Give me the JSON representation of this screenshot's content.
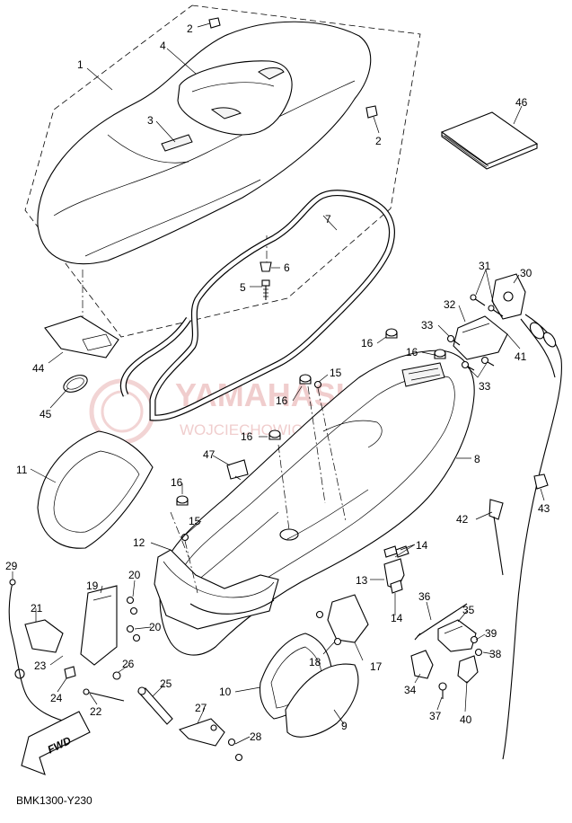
{
  "diagram": {
    "code": "BMK1300-Y230",
    "fwd_label": "FWD",
    "watermark": {
      "brand": "YAMAHASKLEP.PL",
      "tagline": "WOJCIECHOWICZ DEALER YAMAHA"
    },
    "callouts": [
      "1",
      "2",
      "2",
      "3",
      "4",
      "5",
      "6",
      "7",
      "8",
      "9",
      "10",
      "11",
      "12",
      "13",
      "14",
      "14",
      "15",
      "15",
      "16",
      "16",
      "16",
      "16",
      "16",
      "17",
      "18",
      "19",
      "20",
      "20",
      "21",
      "22",
      "23",
      "24",
      "25",
      "26",
      "27",
      "28",
      "29",
      "30",
      "31",
      "32",
      "33",
      "33",
      "34",
      "35",
      "36",
      "37",
      "38",
      "39",
      "40",
      "41",
      "42",
      "43",
      "44",
      "45",
      "46",
      "47"
    ]
  }
}
